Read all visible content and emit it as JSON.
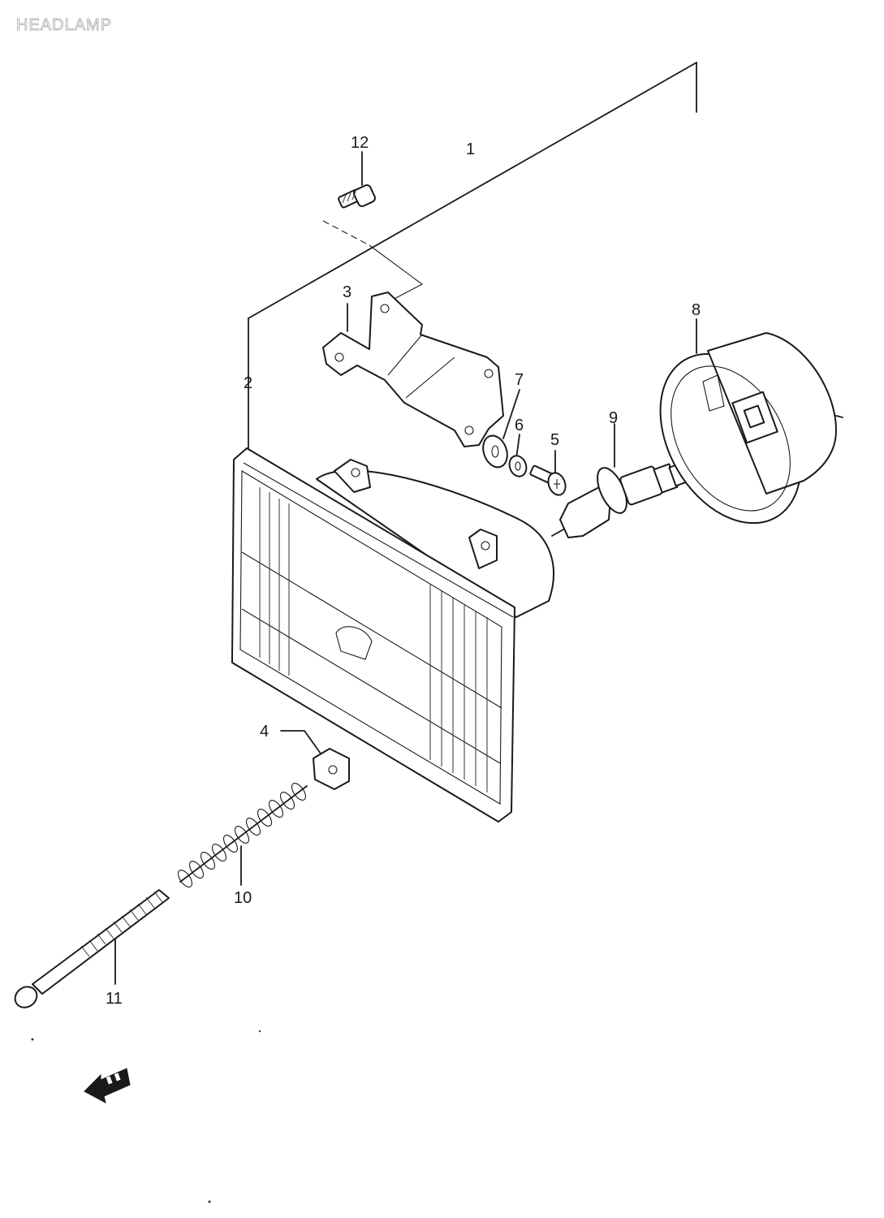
{
  "title": "HEADLAMP",
  "callouts": [
    {
      "id": "1",
      "label": "1"
    },
    {
      "id": "2",
      "label": "2"
    },
    {
      "id": "3",
      "label": "3"
    },
    {
      "id": "4",
      "label": "4"
    },
    {
      "id": "5",
      "label": "5"
    },
    {
      "id": "6",
      "label": "6"
    },
    {
      "id": "7",
      "label": "7"
    },
    {
      "id": "8",
      "label": "8"
    },
    {
      "id": "9",
      "label": "9"
    },
    {
      "id": "10",
      "label": "10"
    },
    {
      "id": "11",
      "label": "11"
    },
    {
      "id": "12",
      "label": "12"
    }
  ],
  "icons": {
    "front_arrow": "front-direction-arrow-icon"
  }
}
